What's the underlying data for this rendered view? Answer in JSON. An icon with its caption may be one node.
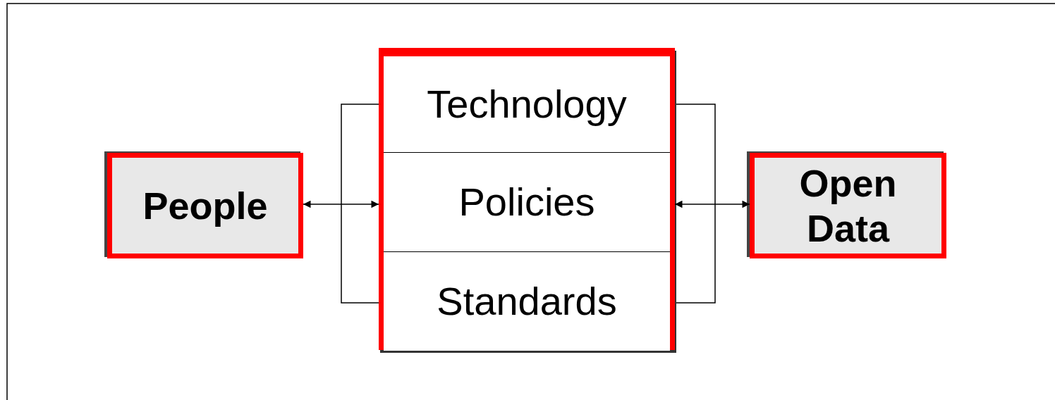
{
  "diagram": {
    "nodes": [
      {
        "text": [
          "People"
        ]
      },
      {
        "text": [],
        "shape": "box"
      },
      {
        "text": [
          "Technology"
        ],
        "in": 1
      },
      {
        "text": [
          "Policies"
        ],
        "in": 1
      },
      {
        "text": [
          "Standards"
        ],
        "in": 1
      },
      {
        "text": [
          "Open Data"
        ]
      }
    ],
    "edges": [
      {
        "from": 0,
        "to": 1,
        "arrow": "both"
      },
      {
        "from": 1,
        "to": 5,
        "arrow": "both"
      }
    ]
  }
}
